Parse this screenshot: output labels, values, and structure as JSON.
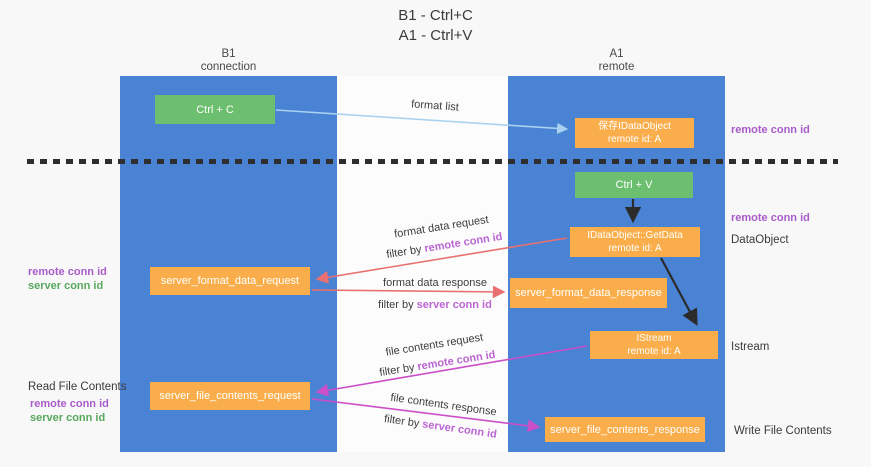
{
  "title": {
    "line1": "B1 - Ctrl+C",
    "line2": "A1 - Ctrl+V"
  },
  "lanes": {
    "b1": {
      "name": "B1",
      "sub": "connection"
    },
    "a1": {
      "name": "A1",
      "sub": "remote"
    }
  },
  "boxes": {
    "ctrl_c": {
      "label": "Ctrl + C"
    },
    "ctrl_v": {
      "label": "Ctrl + V"
    },
    "saved_dataobject": {
      "line1": "保存IDataObject",
      "line2": "remote id: A"
    },
    "getdata": {
      "line1": "IDataObject::GetData",
      "line2": "remote id: A"
    },
    "istream": {
      "line1": "IStream",
      "line2": "remote id: A"
    },
    "format_request": {
      "label": "server_format_data_request"
    },
    "format_response": {
      "label": "server_format_data_response"
    },
    "file_request": {
      "label": "server_file_contents_request"
    },
    "file_response": {
      "label": "server_file_contents_response"
    }
  },
  "flow_labels": {
    "format_list": "format list",
    "format_data_request": "format data request",
    "format_data_request_filter": {
      "prefix": "filter by",
      "id": "remote conn id"
    },
    "format_data_response": "format data response",
    "format_data_response_filter": {
      "prefix": "filter by",
      "id": "server conn id"
    },
    "file_contents_request": "file contents request",
    "file_contents_request_filter": {
      "prefix": "filter by",
      "id": "remote conn id"
    },
    "file_contents_response": "file contents response",
    "file_contents_response_filter": {
      "prefix": "filter by",
      "id": "server conn id"
    }
  },
  "annotations": {
    "right_top_remote_conn": "remote conn id",
    "right_mid_remote_conn": "remote conn id",
    "right_dataobject": "DataObject",
    "right_istream": "Istream",
    "right_write_file": "Write File Contents",
    "left_mid_remote_conn": "remote conn id",
    "left_mid_server_conn": "server conn id",
    "left_read_file": "Read File Contents",
    "left_bottom_remote_conn": "remote conn id",
    "left_bottom_server_conn": "server conn id"
  },
  "colors": {
    "lane_blue": "#4a82d4",
    "box_orange": "#f9ae4b",
    "box_green": "#6cbf6e",
    "label_purple": "#a95cc9",
    "filter_purple": "#bb66d2",
    "label_green": "#57a85c",
    "arrow_red": "#e87070",
    "arrow_magenta": "#cb4fc8",
    "arrow_blue": "#a8d2f0",
    "arrow_black": "#2b2b2b"
  }
}
